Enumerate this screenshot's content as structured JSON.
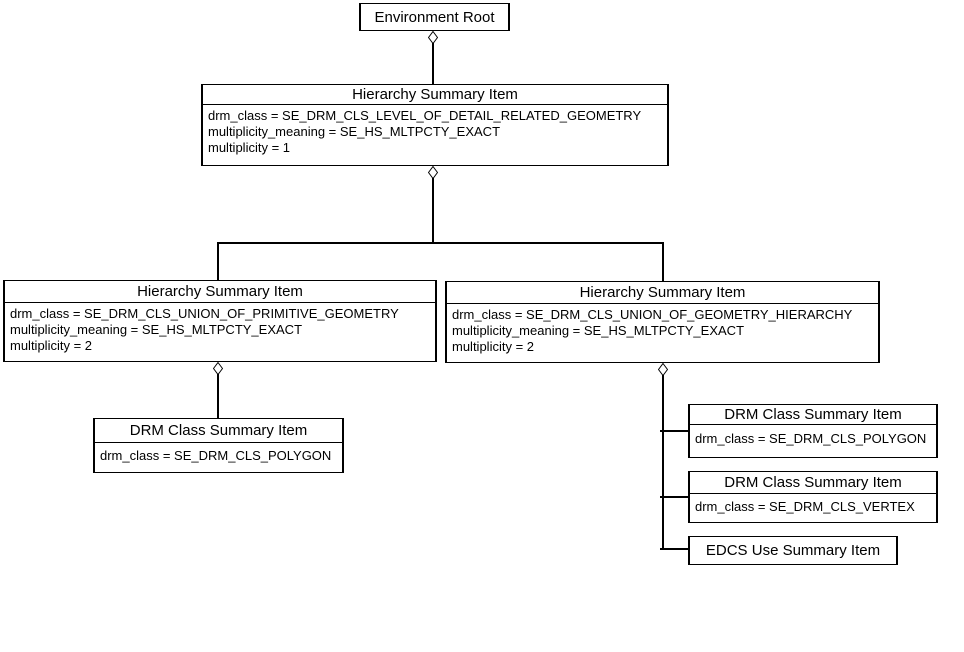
{
  "colors": {
    "background": "#ffffff",
    "line": "#000000",
    "text": "#000000"
  },
  "nodes": {
    "environment_root": {
      "title": "Environment Root"
    },
    "hsi_root": {
      "title": "Hierarchy Summary Item",
      "attributes": [
        "drm_class = SE_DRM_CLS_LEVEL_OF_DETAIL_RELATED_GEOMETRY",
        "multiplicity_meaning = SE_HS_MLTPCTY_EXACT",
        "multiplicity = 1"
      ]
    },
    "hsi_left": {
      "title": "Hierarchy Summary Item",
      "attributes": [
        "drm_class = SE_DRM_CLS_UNION_OF_PRIMITIVE_GEOMETRY",
        "multiplicity_meaning = SE_HS_MLTPCTY_EXACT",
        "multiplicity = 2"
      ]
    },
    "hsi_right": {
      "title": "Hierarchy Summary Item",
      "attributes": [
        "drm_class = SE_DRM_CLS_UNION_OF_GEOMETRY_HIERARCHY",
        "multiplicity_meaning = SE_HS_MLTPCTY_EXACT",
        "multiplicity = 2"
      ]
    },
    "drm_left": {
      "title": "DRM Class Summary Item",
      "attributes": [
        "drm_class = SE_DRM_CLS_POLYGON"
      ]
    },
    "drm_right_polygon": {
      "title": "DRM Class Summary Item",
      "attributes": [
        "drm_class = SE_DRM_CLS_POLYGON"
      ]
    },
    "drm_right_vertex": {
      "title": "DRM Class Summary Item",
      "attributes": [
        "drm_class = SE_DRM_CLS_VERTEX"
      ]
    },
    "edcs_use": {
      "title": "EDCS Use Summary Item"
    }
  },
  "edges": [
    {
      "parent": "environment_root",
      "child": "hsi_root",
      "type": "aggregation"
    },
    {
      "parent": "hsi_root",
      "child": "hsi_left",
      "type": "aggregation"
    },
    {
      "parent": "hsi_root",
      "child": "hsi_right",
      "type": "aggregation"
    },
    {
      "parent": "hsi_left",
      "child": "drm_left",
      "type": "aggregation"
    },
    {
      "parent": "hsi_right",
      "child": "drm_right_polygon",
      "type": "aggregation"
    },
    {
      "parent": "hsi_right",
      "child": "drm_right_vertex",
      "type": "aggregation"
    },
    {
      "parent": "hsi_right",
      "child": "edcs_use",
      "type": "aggregation"
    }
  ]
}
